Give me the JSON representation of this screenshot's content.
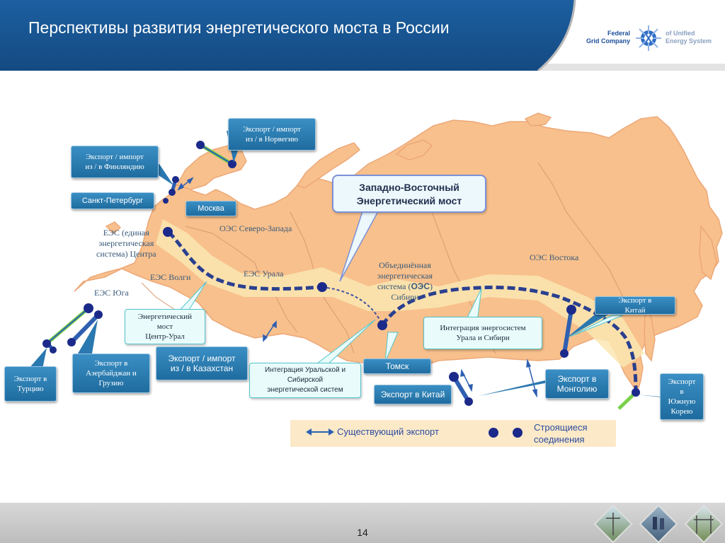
{
  "header": {
    "title": "Перспективы развития энергетического моста в России",
    "logo_left": [
      "Federal",
      "Grid Company"
    ],
    "logo_right": [
      "of Unified",
      "Energy System"
    ],
    "colors": {
      "header_blue": "#1a5792",
      "logo_text": "#1e4f9a"
    }
  },
  "map": {
    "land_color": "#f7c08e",
    "bridge_color": "#2a3f8f",
    "region_labels": {
      "ees_center": [
        "ЕЭС (единая",
        "энергетическая",
        "система) Центра"
      ],
      "ees_south": "ЕЭС Юга",
      "ees_volga": "ЕЭС Волги",
      "ees_ural": "ЕЭС Урала",
      "oes_northwest": "ОЭС Северо-Запада",
      "oes_siberia": [
        "Объединённая",
        "энергетическая",
        "система (",
        "ОЭС",
        ")",
        "Сибири"
      ],
      "oes_east": "ОЭС Востока"
    }
  },
  "callouts": {
    "norway": [
      "Экспорт / импорт",
      "из / в  Норвегию"
    ],
    "finland": [
      "Экспорт / импорт",
      "из / в Финляндию"
    ],
    "spb": "Санкт-Петербург",
    "moscow": "Москва",
    "bridge": [
      "Западно-Восточный",
      "Энергетический мост"
    ],
    "center_ural": [
      "Энергетический",
      "мост",
      "Центр-Урал"
    ],
    "azerbaijan": [
      "Экспорт в",
      "Азербайджан и",
      "Грузию"
    ],
    "turkey": [
      "Экспорт в",
      "Турцию"
    ],
    "kazakhstan": [
      "Экспорт / импорт",
      "из / в  Казахстан"
    ],
    "ural_siberia_integration": [
      "Интеграция Уральской и",
      "Сибирской",
      "энергетической систем"
    ],
    "tomsk": "Томск",
    "china_mid": "Экспорт  в Китай",
    "integration_ural_siberia": [
      "Интеграция энергосистем",
      "Урала и Сибири"
    ],
    "mongolia": [
      "Экспорт  в",
      "Монголию"
    ],
    "china_east": [
      "Экспорт  в",
      "Китай"
    ],
    "korea": [
      "Экспорт",
      "в",
      "Южную",
      "Корею"
    ]
  },
  "legend": {
    "existing_export": "Существующий экспорт",
    "under_construction": [
      "Строящиеся",
      "соединения"
    ]
  },
  "footer": {
    "page_number": "14"
  }
}
